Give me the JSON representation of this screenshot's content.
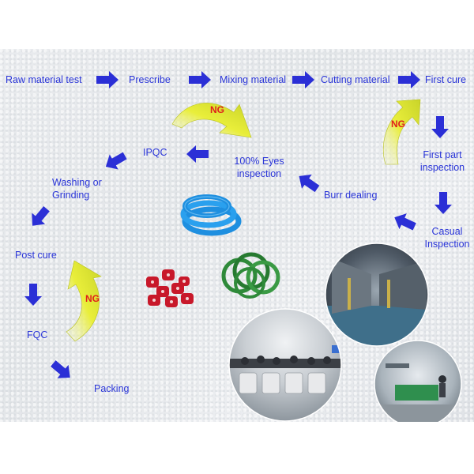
{
  "steps": {
    "raw_material_test": "Raw material test",
    "prescribe": "Prescribe",
    "mixing_material": "Mixing material",
    "cutting_material": "Cutting material",
    "first_cure": "First cure",
    "first_part_inspection_1": "First part",
    "first_part_inspection_2": "inspection",
    "casual_inspection_1": "Casual",
    "casual_inspection_2": "Inspection",
    "burr_dealing": "Burr dealing",
    "eyes_inspection_1": "100% Eyes",
    "eyes_inspection_2": "inspection",
    "ipqc": "IPQC",
    "washing_1": "Washing or",
    "washing_2": "Grinding",
    "post_cure": "Post cure",
    "fqc": "FQC",
    "packing": "Packing"
  },
  "ng_labels": {
    "top": "NG",
    "right": "NG",
    "left": "NG"
  },
  "colors": {
    "flow_text": "#2a35d8",
    "arrow": "#2b2fd6",
    "ng_text": "#e0201c",
    "ng_arrow": "#ecef3a",
    "ring_blue": "#1e8fe0",
    "ring_green": "#2f8a3a",
    "part_red": "#c8182a"
  },
  "icons": {
    "flow_arrow": "block-arrow-icon",
    "ng_arrow": "curved-return-arrow-icon"
  }
}
